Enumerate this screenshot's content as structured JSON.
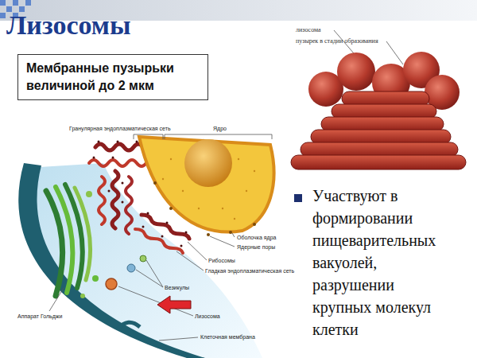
{
  "diagram": {
    "title": "Лизосомы",
    "nodes": [
      {
        "text": [
          "Мембранные пузырьки величиной до 2 мкм"
        ]
      }
    ],
    "labels": [
      "лизосома",
      "пузырек в стадии образования",
      "Гранулярная эндоплазматическая сеть",
      "Ядро",
      "Оболочка ядра",
      "Ядерные поры",
      "Рибосомы",
      "Гладкая эндоплазматическая сеть",
      "Везикулы",
      "Лизосома",
      "Аппарат Гольджи",
      "Клеточная мембрана",
      "Участвуют в формировании пищеварительных вакуолей, разрушении крупных молекул клетки"
    ]
  }
}
